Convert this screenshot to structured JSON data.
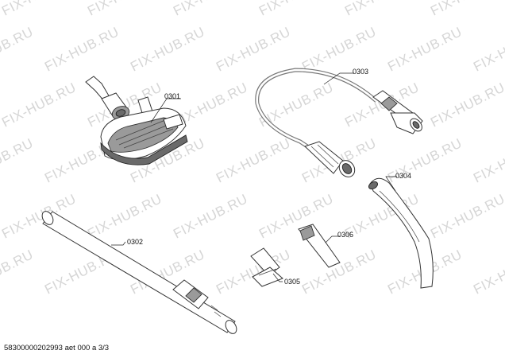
{
  "watermark": {
    "text": "FIX-HUB.RU"
  },
  "parts": [
    {
      "id": "brush-nozzle",
      "label": "0301"
    },
    {
      "id": "extension-tube",
      "label": "0302"
    },
    {
      "id": "suction-hose",
      "label": "0303"
    },
    {
      "id": "hose-handle",
      "label": "0304"
    },
    {
      "id": "upholstery-nozzle",
      "label": "0305"
    },
    {
      "id": "crevice-nozzle",
      "label": "0306"
    }
  ],
  "footer": {
    "text": "58300000202993 aet 000 a 3/3"
  }
}
